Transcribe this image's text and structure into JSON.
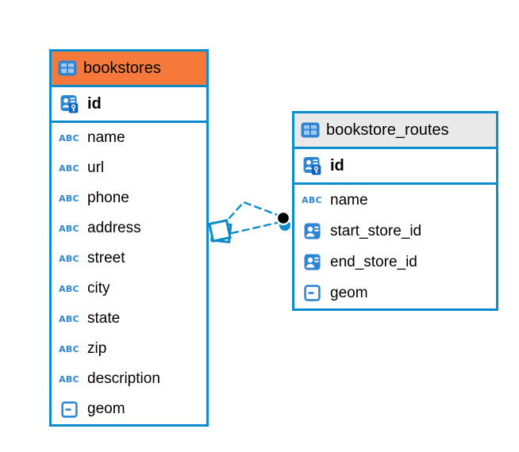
{
  "colors": {
    "table_border": "#0D8CCB",
    "connector": "#0D8CCB",
    "icon_blue": "#2E86D3",
    "icon_key_dark_blue": "#0B64C0",
    "header_selected_orange": "#F5793B",
    "header_gray": "#E9E9E9",
    "endpoint_dot_black": "#000000",
    "text": "#000000",
    "background": "#ffffff"
  },
  "abc_icon_text": "ABC",
  "tables": [
    {
      "name": "bookstores",
      "header": {
        "label": "bookstores"
      },
      "primary_key_rows": [
        {
          "label": "id",
          "icon": "primary-key-icon"
        }
      ],
      "columns": [
        {
          "label": "name",
          "icon": "text-type-icon"
        },
        {
          "label": "url",
          "icon": "text-type-icon"
        },
        {
          "label": "phone",
          "icon": "text-type-icon"
        },
        {
          "label": "address",
          "icon": "text-type-icon"
        },
        {
          "label": "street",
          "icon": "text-type-icon"
        },
        {
          "label": "city",
          "icon": "text-type-icon"
        },
        {
          "label": "state",
          "icon": "text-type-icon"
        },
        {
          "label": "zip",
          "icon": "text-type-icon"
        },
        {
          "label": "description",
          "icon": "text-type-icon"
        },
        {
          "label": "geom",
          "icon": "geometry-type-icon"
        }
      ]
    },
    {
      "name": "bookstore_routes",
      "header": {
        "label": "bookstore_routes"
      },
      "primary_key_rows": [
        {
          "label": "id",
          "icon": "primary-key-icon"
        }
      ],
      "columns": [
        {
          "label": "name",
          "icon": "text-type-icon"
        },
        {
          "label": "start_store_id",
          "icon": "reference-icon"
        },
        {
          "label": "end_store_id",
          "icon": "reference-icon"
        },
        {
          "label": "geom",
          "icon": "geometry-type-icon"
        }
      ]
    }
  ],
  "relationship": {
    "from_table": "bookstores",
    "to_table": "bookstore_routes",
    "line_style": "dashed",
    "edge_count": 2
  }
}
